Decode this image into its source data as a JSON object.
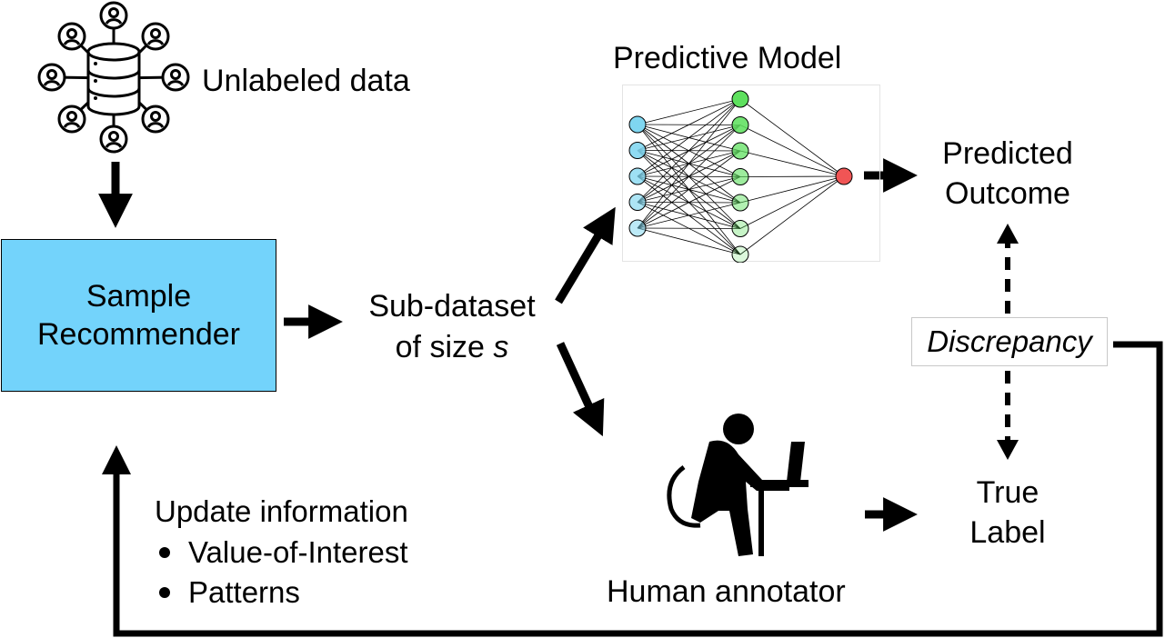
{
  "unlabeled_data": {
    "label": "Unlabeled data",
    "icon": "database-users-icon"
  },
  "sample_recommender": {
    "line1": "Sample",
    "line2": "Recommender",
    "fill": "#73d3fb"
  },
  "sub_dataset": {
    "line1": "Sub-dataset",
    "line2_prefix": "of size ",
    "line2_var": "s"
  },
  "predictive_model": {
    "title": "Predictive Model",
    "icon": "neural-network-icon",
    "input_color": "#7fd6f0",
    "hidden_color": "#5ee05e",
    "output_color": "#f05555"
  },
  "predicted_outcome": {
    "line1": "Predicted",
    "line2": "Outcome"
  },
  "discrepancy": {
    "label": "Discrepancy"
  },
  "true_label": {
    "line1": "True",
    "line2": "Label"
  },
  "human_annotator": {
    "label": "Human annotator",
    "icon": "person-at-laptop-icon"
  },
  "update_info": {
    "title": "Update information",
    "items": [
      "Value-of-Interest",
      "Patterns"
    ]
  }
}
